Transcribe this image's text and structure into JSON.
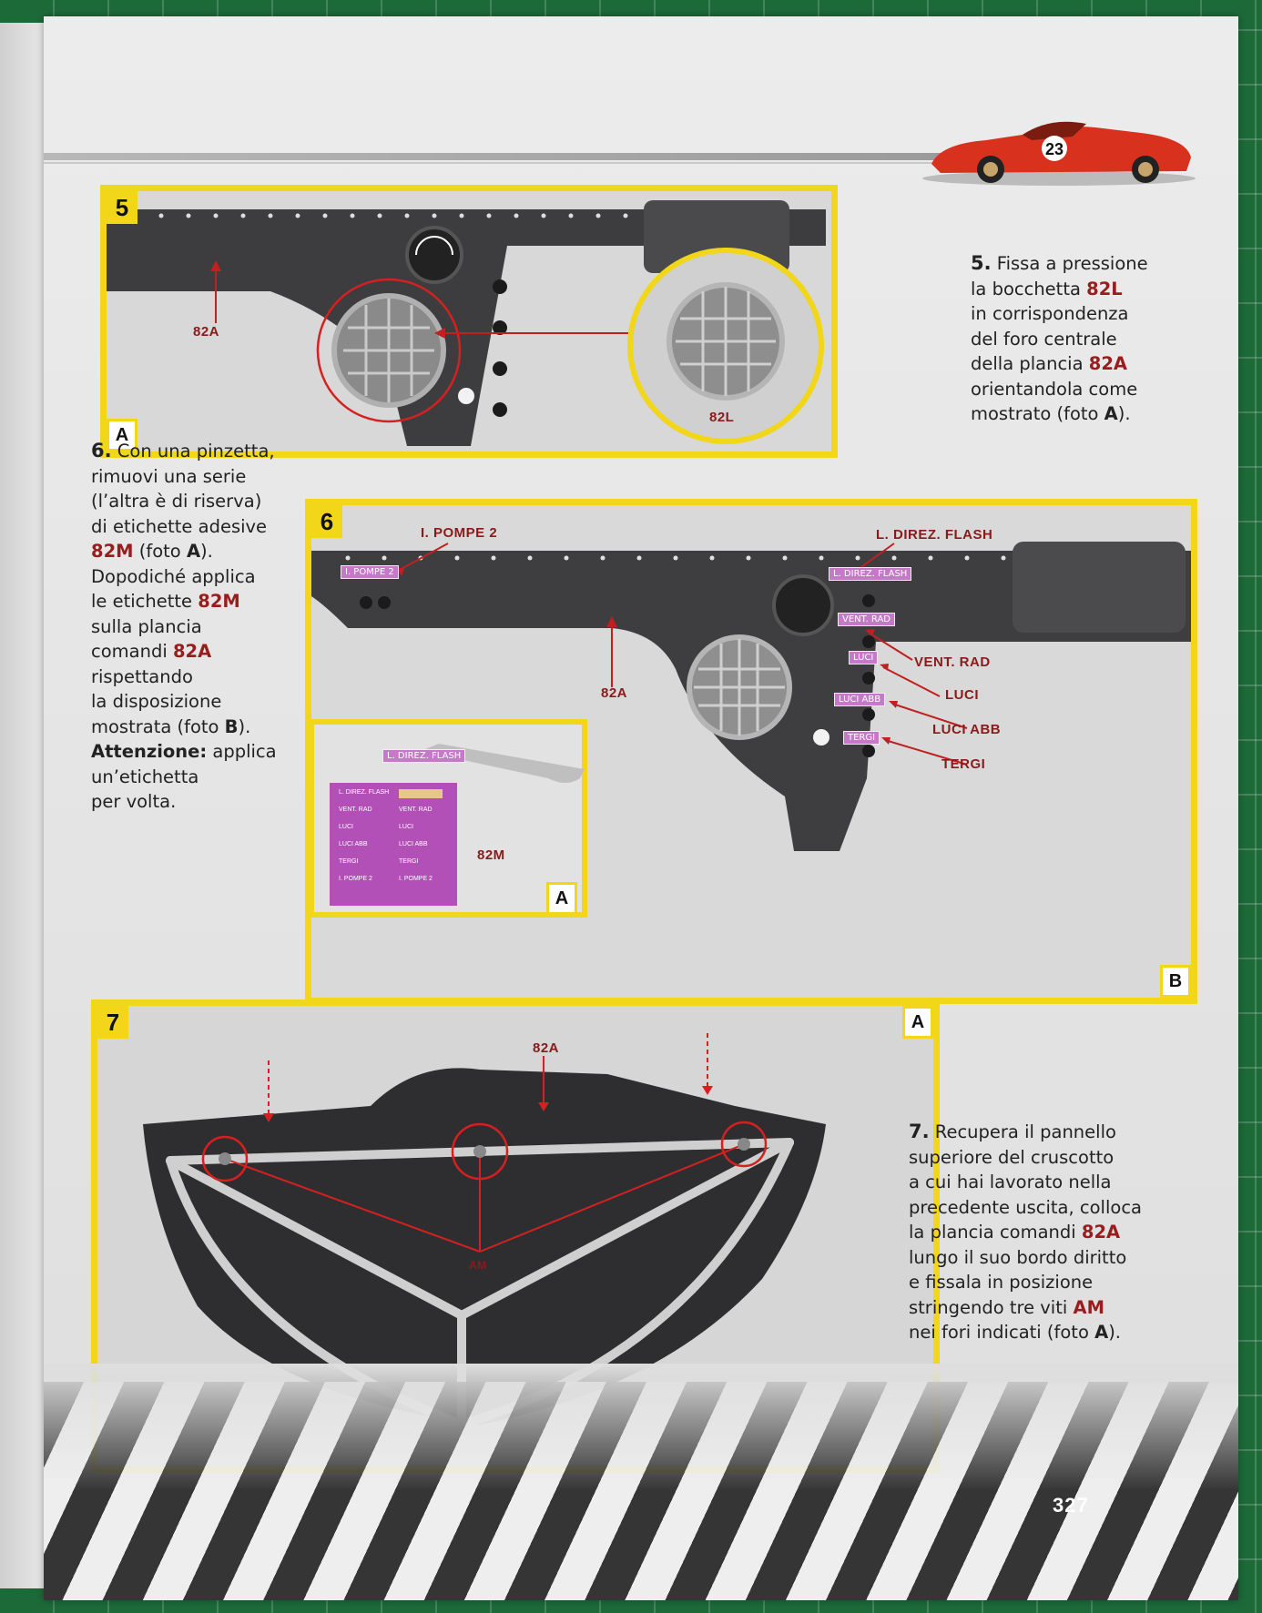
{
  "page_number": "327",
  "step5": {
    "number": "5",
    "photo_badge": "A",
    "labels": {
      "dash": "82A",
      "vent": "82L"
    },
    "text": {
      "num": "5.",
      "l1": " Fissa a pressione",
      "l2": "la bocchetta ",
      "l2r": "82L",
      "l3": "in corrispondenza",
      "l4": "del foro centrale",
      "l5": "della plancia ",
      "l5r": "82A",
      "l6": "orientandola come",
      "l7": "mostrato (foto ",
      "l7b": "A",
      "l7e": ")."
    }
  },
  "step6": {
    "number": "6",
    "badge_a": "A",
    "badge_b": "B",
    "labels": {
      "pompe": "I. POMPE 2",
      "direz": "L. DIREZ. FLASH",
      "vent": "VENT. RAD",
      "luci": "LUCI",
      "luci_abb": "LUCI ABB",
      "tergi": "TERGI",
      "dash": "82A",
      "sheet": "82M"
    },
    "tags": {
      "pompe": "I. POMPE 2",
      "direz": "L. DIREZ. FLASH",
      "vent": "VENT. RAD",
      "luci": "LUCI",
      "luci_abb": "LUCI ABB",
      "tergi": "TERGI"
    },
    "sheet_items": [
      "L. DIREZ. FLASH",
      "VENT. RAD",
      "LUCI",
      "LUCI ABB",
      "TERGI",
      "I. POMPE 2"
    ],
    "text": {
      "num": "6.",
      "l1": " Con una pinzetta,",
      "l2": "rimuovi una serie",
      "l3": "(l’altra è di riserva)",
      "l4": "di etichette adesive",
      "l5r": "82M",
      "l5": " (foto ",
      "l5b": "A",
      "l5e": ").",
      "l6": "Dopodiché applica",
      "l7": "le etichette ",
      "l7r": "82M",
      "l8": "sulla plancia",
      "l9": "comandi ",
      "l9r": "82A",
      "l10": "rispettando",
      "l11": "la disposizione",
      "l12": "mostrata (foto ",
      "l12b": "B",
      "l12e": ").",
      "l13b": "Attenzione:",
      "l13": " applica",
      "l14": "un’etichetta",
      "l15": "per volta."
    }
  },
  "step7": {
    "number": "7",
    "photo_badge": "A",
    "labels": {
      "dash": "82A",
      "screws": "AM"
    },
    "text": {
      "num": "7.",
      "l1": " Recupera il pannello",
      "l2": "superiore del cruscotto",
      "l3": "a cui hai lavorato nella",
      "l4": "precedente uscita, colloca",
      "l5": "la plancia comandi ",
      "l5r": "82A",
      "l6": "lungo il suo bordo diritto",
      "l7": "e fissala in posizione",
      "l8": "stringendo tre viti ",
      "l8r": "AM",
      "l9": "nei fori indicati (foto ",
      "l9b": "A",
      "l9e": ")."
    }
  },
  "car": {
    "race_number": "23"
  }
}
